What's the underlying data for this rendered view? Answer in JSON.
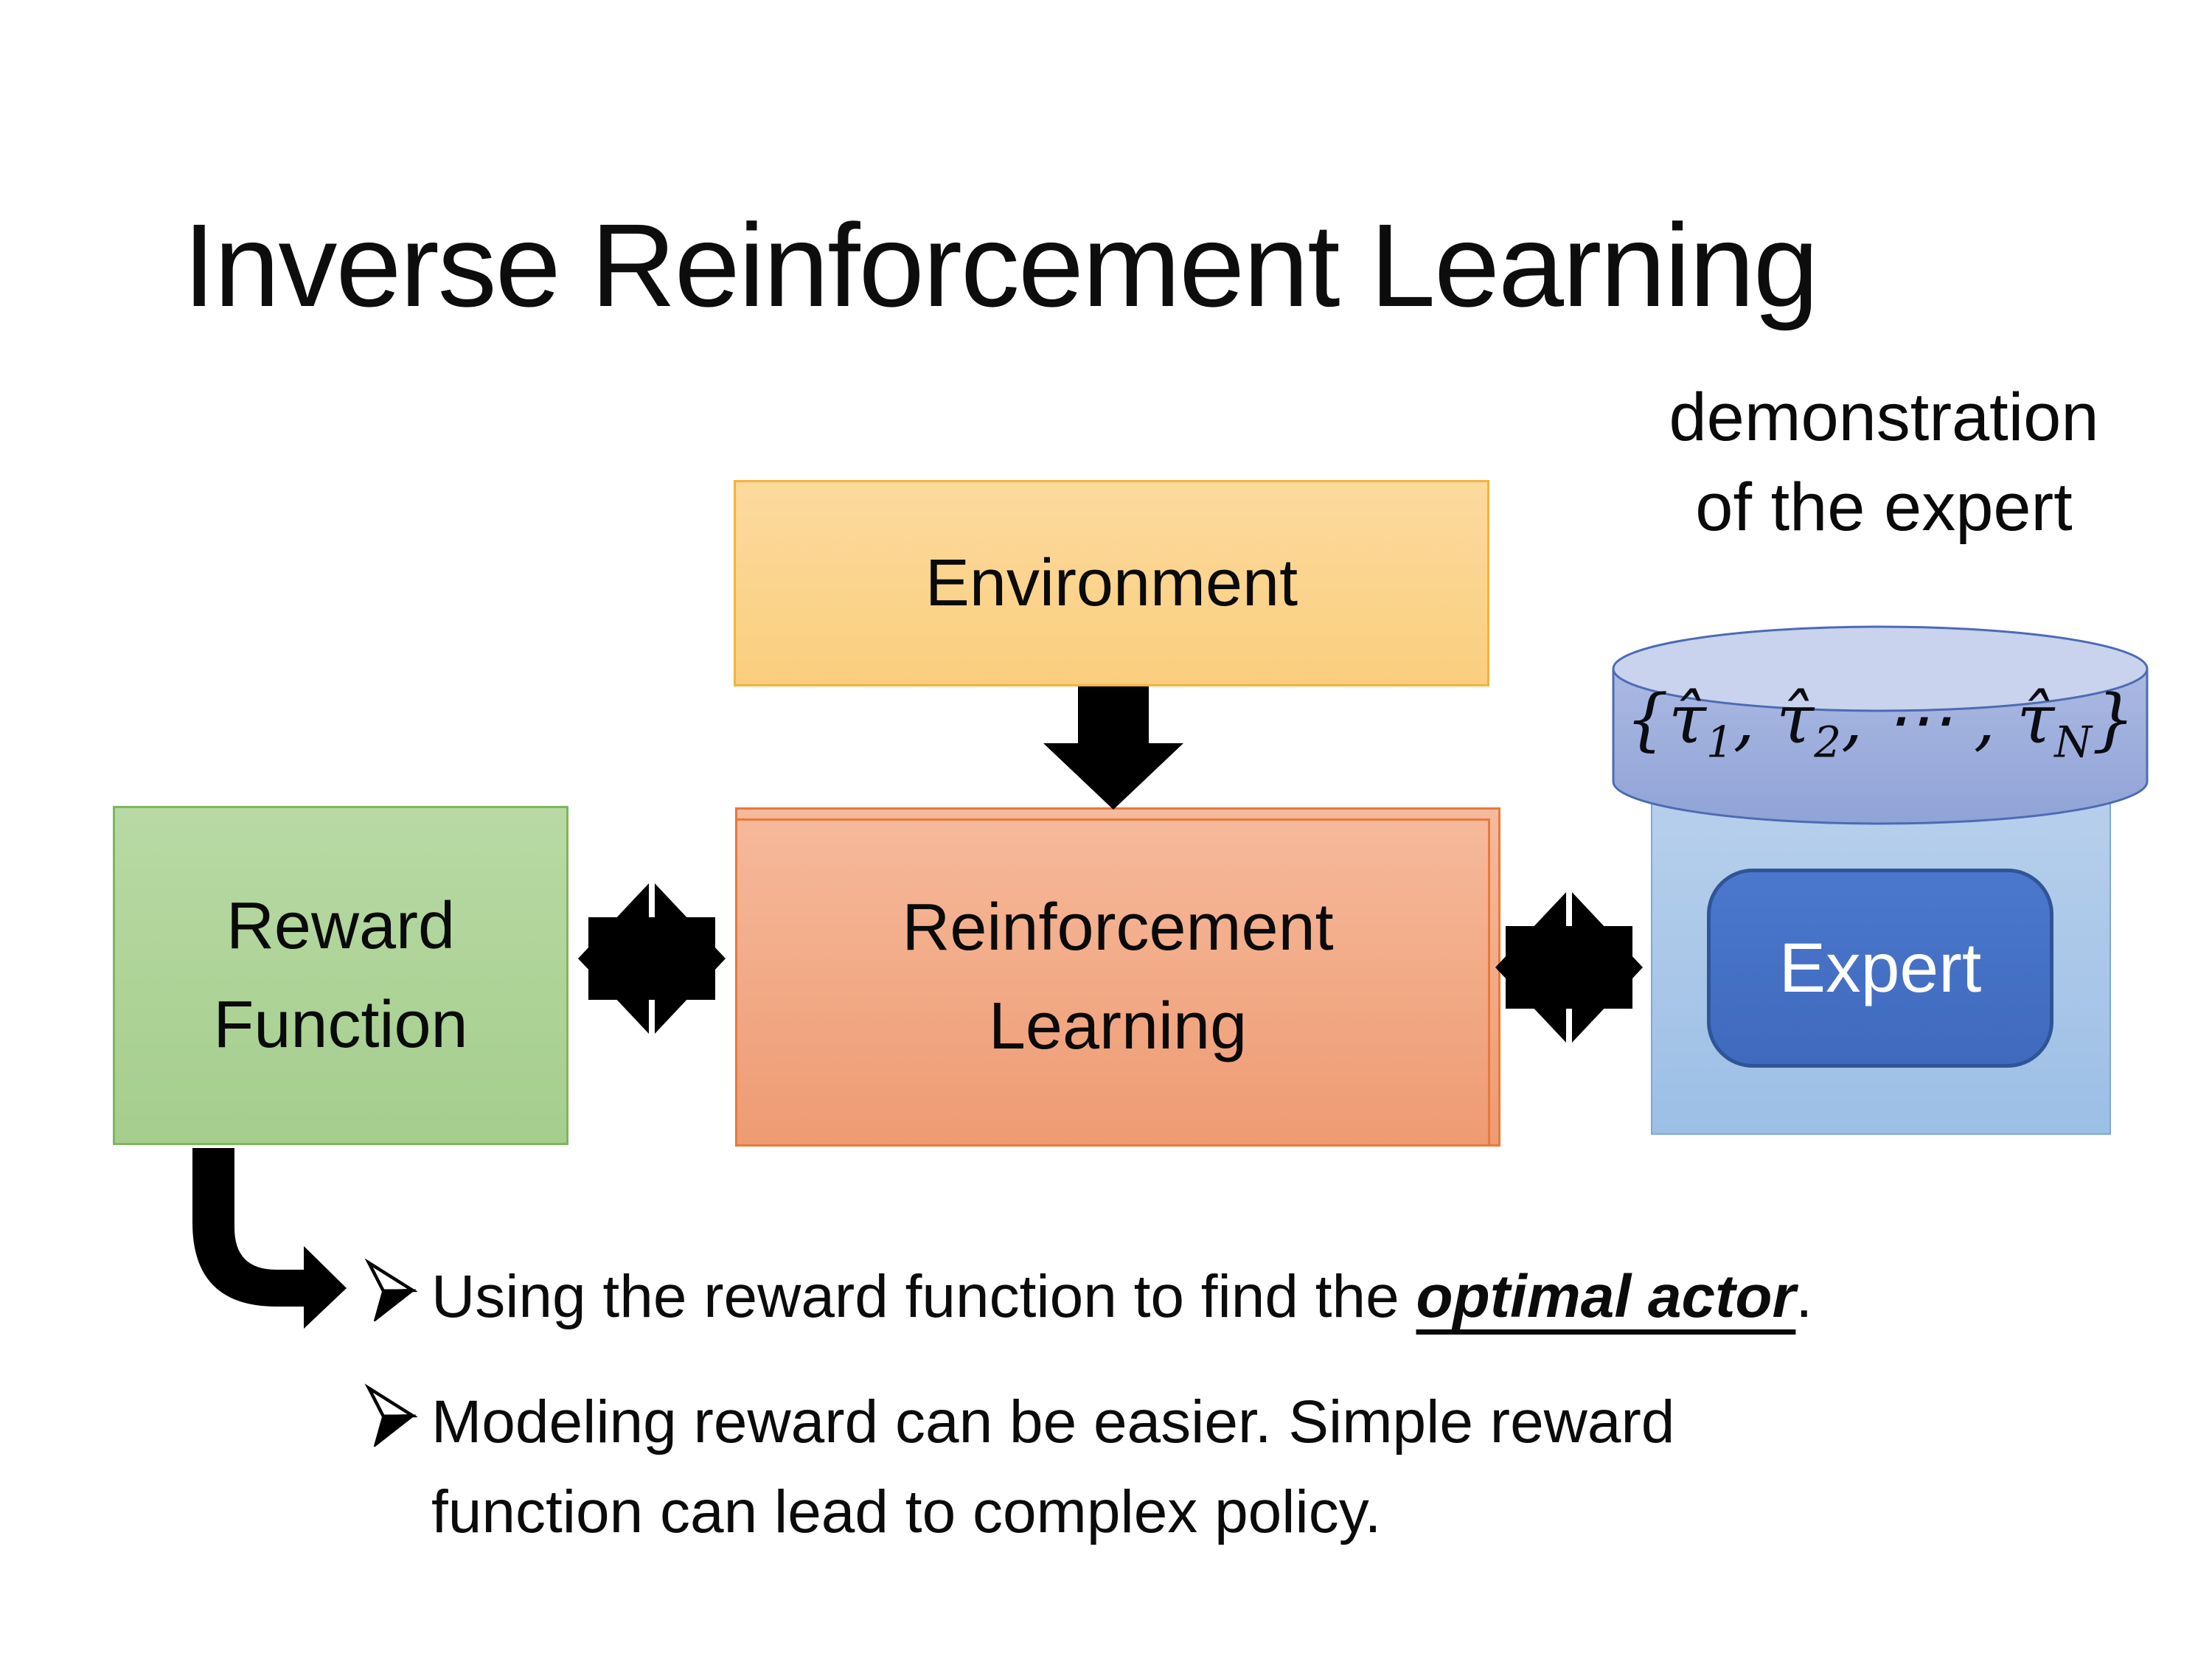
{
  "slide": {
    "title": "Inverse Reinforcement Learning",
    "caption": {
      "line1": "demonstration",
      "line2": "of the expert"
    },
    "boxes": {
      "environment": {
        "label": "Environment",
        "fill_top": "#FCDA9E",
        "fill_bottom": "#FACE7D",
        "border": "#F2B33C"
      },
      "reward_function": {
        "line1": "Reward",
        "line2": "Function",
        "fill_top": "#B8D9A4",
        "fill_bottom": "#A5CE8D",
        "border": "#7FB55E"
      },
      "reinforcement_learning": {
        "line1": "Reinforcement",
        "line2": "Learning",
        "fill_top": "#F6BA9C",
        "fill_bottom": "#EE9B72",
        "border": "#E8793A"
      },
      "expert_panel": {
        "fill_top": "#B7CFEC",
        "fill_bottom": "#9CBFE5",
        "border": "#7DA7D9"
      },
      "expert": {
        "label": "Expert",
        "fill": "#4472C4",
        "border": "#2F5597",
        "text_color": "#FFFFFF"
      }
    },
    "cylinder": {
      "formula_parts": [
        "{",
        "τ̂",
        "1",
        ", ",
        "τ̂",
        "2",
        ", ⋯ , ",
        "τ̂",
        "N",
        "}"
      ],
      "fill_top": "#ABB9E2",
      "fill_bottom": "#90A3D7",
      "top_fill": "#C9D3EE",
      "border": "#4D6BB3"
    },
    "bullets": {
      "item1": {
        "marker_icon": "arrowhead-right-icon",
        "text_before": "Using the reward function to find the ",
        "emphasis": "optimal actor",
        "text_after": "."
      },
      "item2": {
        "marker_icon": "arrowhead-right-icon",
        "line1": "Modeling reward can be easier. Simple reward",
        "line2": "function can lead to complex policy."
      }
    },
    "arrow_color": "#000000"
  }
}
